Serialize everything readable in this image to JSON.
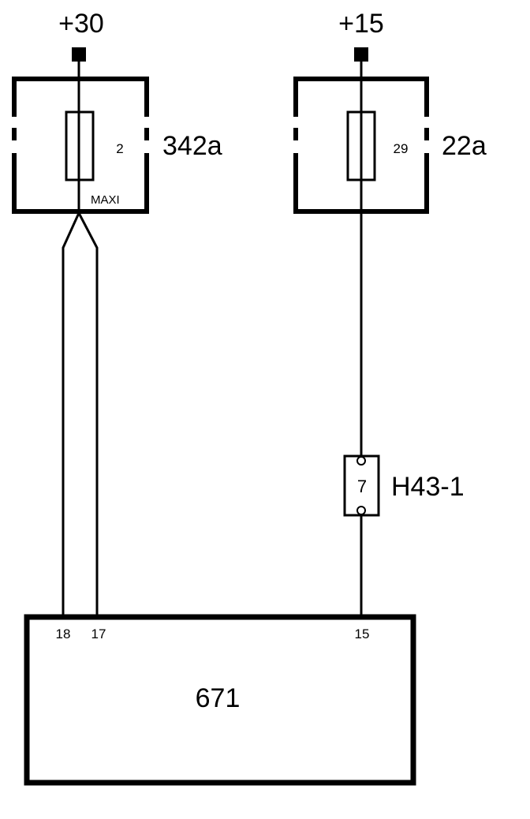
{
  "terminals": {
    "left": "+30",
    "right": "+15"
  },
  "fuse_box_left": {
    "id": "342a",
    "fuse_number": "2",
    "type_label": "MAXI"
  },
  "fuse_box_right": {
    "id": "22a",
    "fuse_number": "29"
  },
  "connector": {
    "id": "H43-1",
    "pin": "7"
  },
  "control_unit": {
    "id": "671",
    "pins": [
      "18",
      "17",
      "15"
    ]
  },
  "colors": {
    "line": "#000000",
    "background": "#ffffff"
  }
}
